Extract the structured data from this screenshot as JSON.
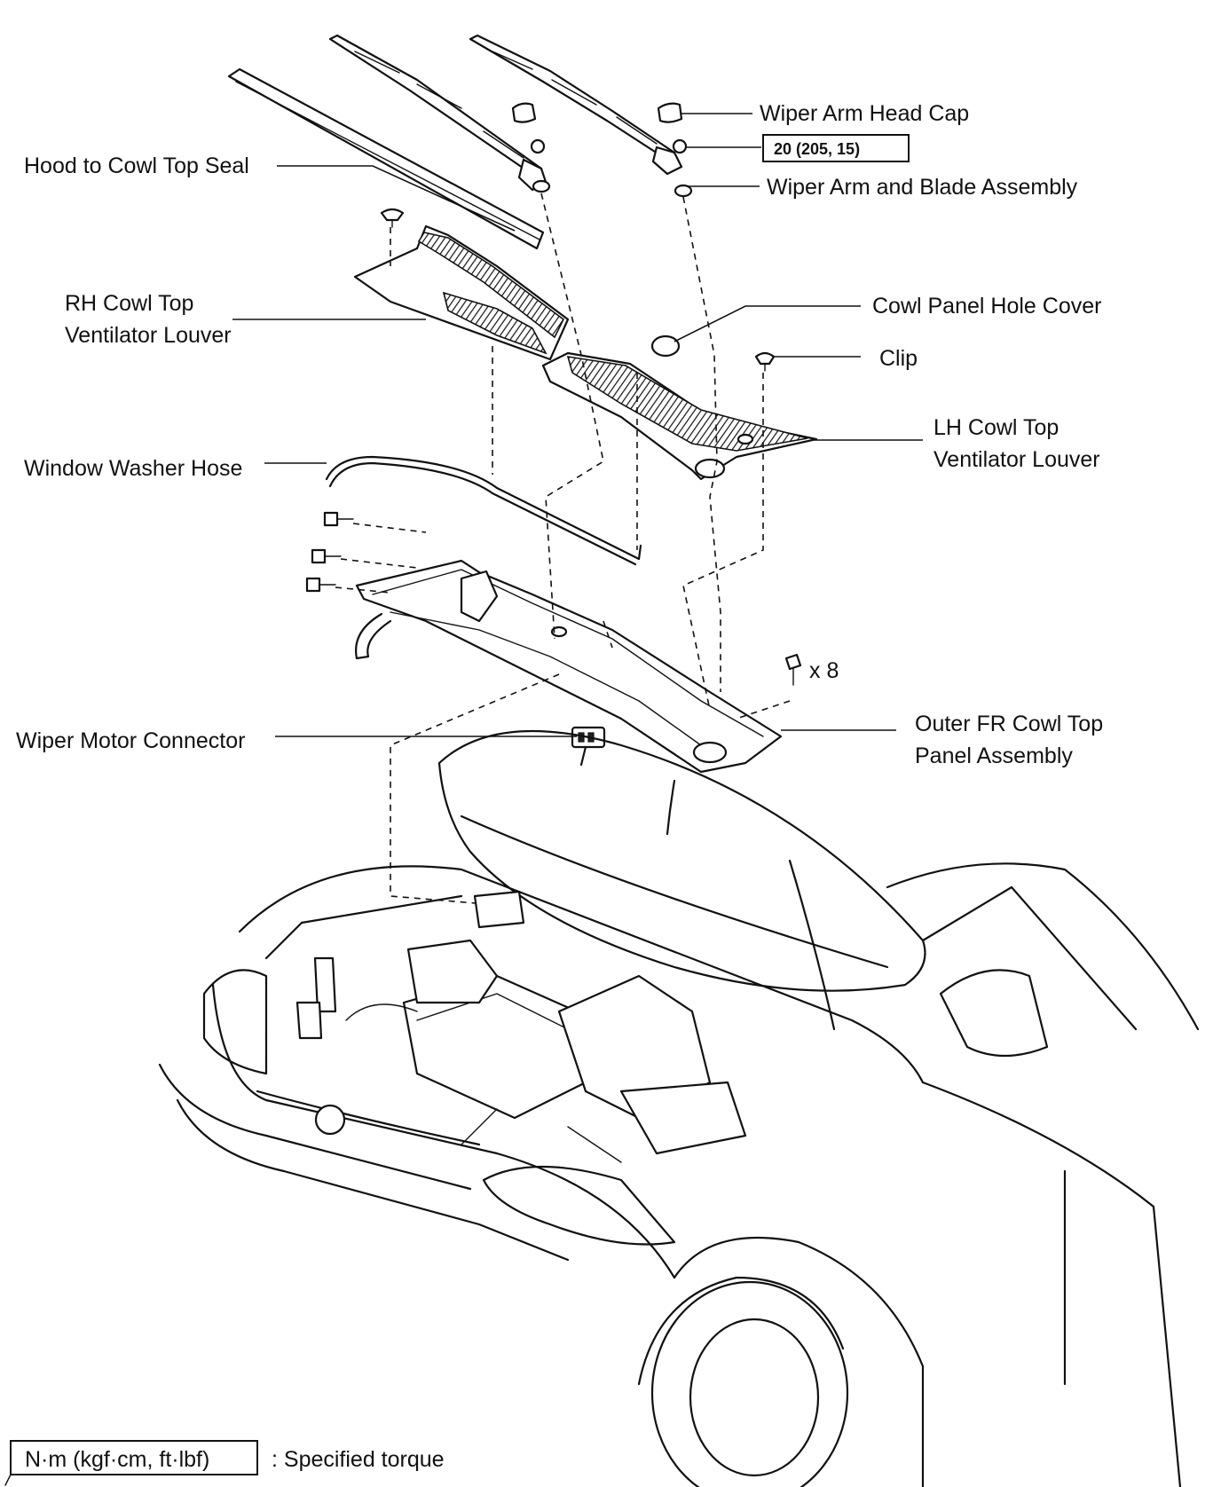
{
  "labels": {
    "hood_seal": "Hood to Cowl Top Seal",
    "arm_cap": "Wiper Arm Head Cap",
    "torque_value": "20 (205, 15)",
    "arm_blade": "Wiper Arm and Blade Assembly",
    "rh_louver_line1": "RH Cowl Top",
    "rh_louver_line2": "Ventilator Louver",
    "hole_cover": "Cowl Panel Hole Cover",
    "clip": "Clip",
    "lh_louver_line1": "LH Cowl Top",
    "lh_louver_line2": "Ventilator Louver",
    "washer_hose": "Window Washer Hose",
    "clip_count": "x 8",
    "motor_connector": "Wiper Motor Connector",
    "outer_panel_line1": "Outer FR Cowl Top",
    "outer_panel_line2": "Panel Assembly"
  },
  "legend": {
    "units": "N·m (kgf·cm, ft·lbf)",
    "meaning": ": Specified torque"
  },
  "icons": [
    "clip-icon",
    "nut-icon",
    "bolt-icon",
    "arm-head-cap-icon",
    "hole-cover-icon",
    "connector-icon"
  ]
}
